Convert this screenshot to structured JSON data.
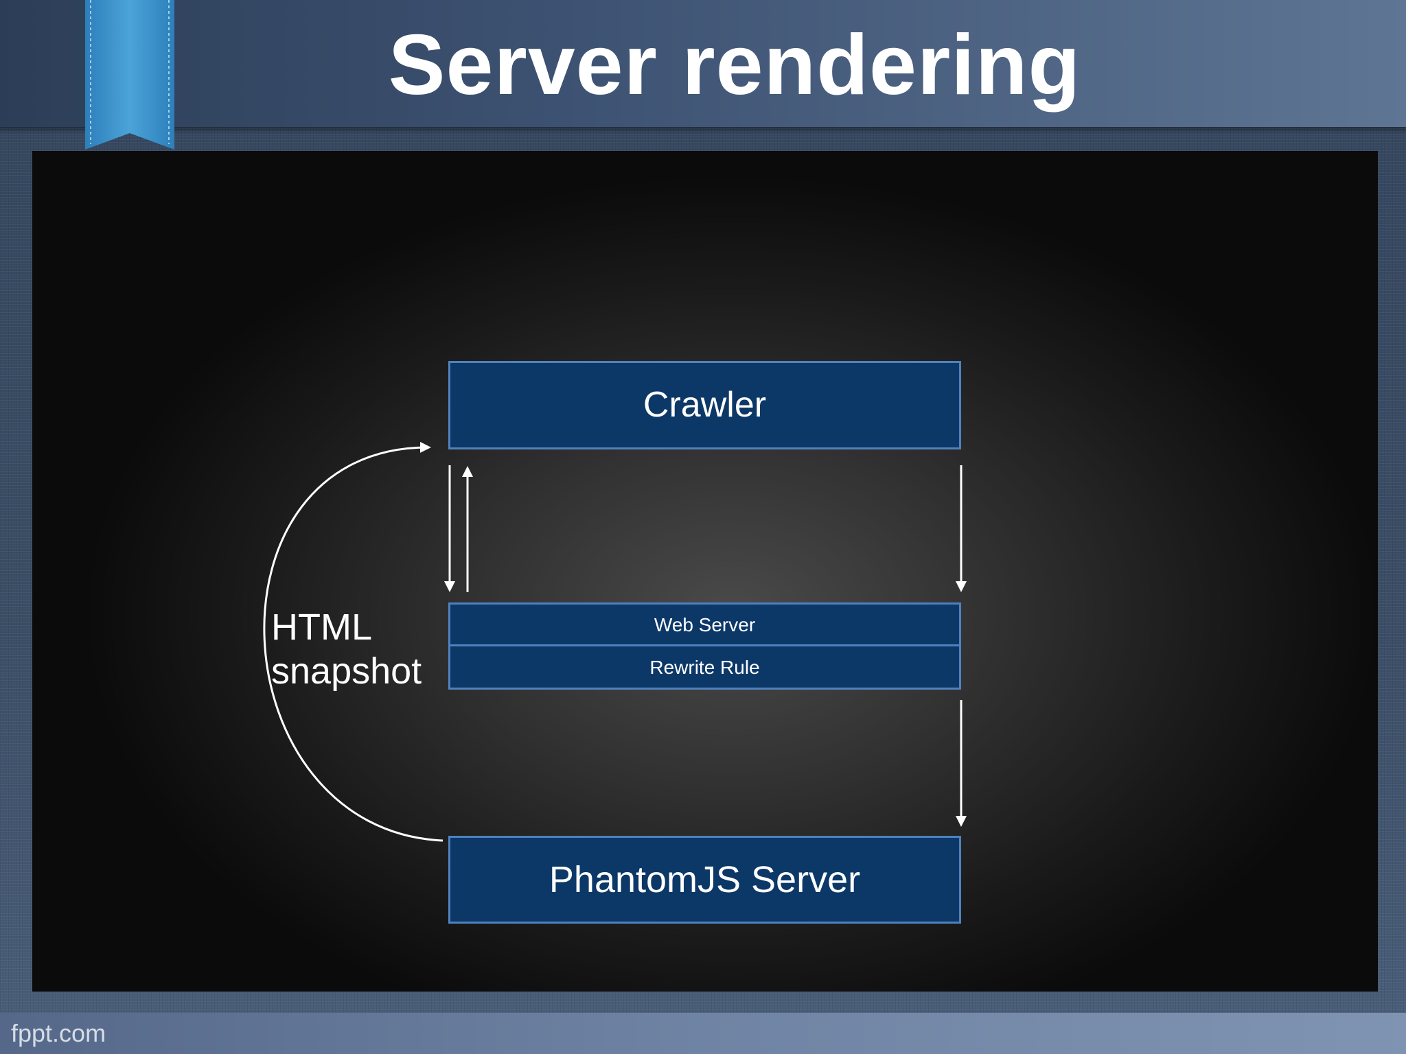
{
  "slide": {
    "title": "Server rendering",
    "footer": "fppt.com"
  },
  "diagram": {
    "nodes": {
      "crawler": "Crawler",
      "web_server": "Web Server",
      "rewrite_rule": "Rewrite Rule",
      "phantomjs_server": "PhantomJS Server"
    },
    "loop_label": "HTML\nsnapshot"
  },
  "colors": {
    "node_fill": "#0c3868",
    "node_border": "#4f82bd",
    "arrow": "#ffffff",
    "header_band": "#3d5272",
    "ribbon": "#4ba3d8"
  }
}
